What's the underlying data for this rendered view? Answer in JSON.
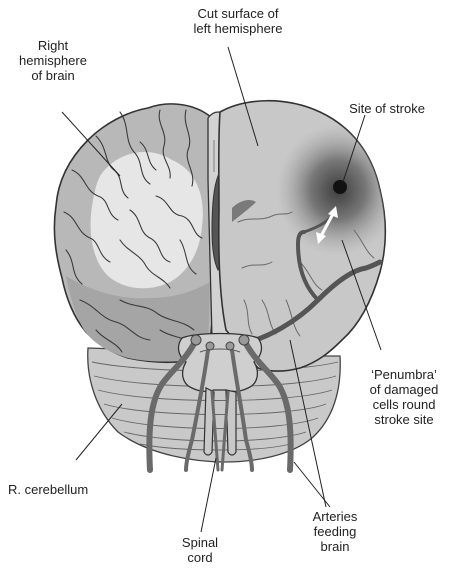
{
  "labels": {
    "cut_surface": [
      "Cut surface of",
      "left hemisphere"
    ],
    "right_hemisphere": [
      "Right",
      "hemisphere",
      "of brain"
    ],
    "site_of_stroke": [
      "Site of stroke"
    ],
    "penumbra": [
      "‘Penumbra’",
      "of damaged",
      "cells round",
      "stroke site"
    ],
    "cerebellum": [
      "R. cerebellum"
    ],
    "spinal_cord": [
      "Spinal",
      "cord"
    ],
    "arteries": [
      "Arteries",
      "feeding",
      "brain"
    ]
  },
  "icons": {
    "stroke_site_marker": "filled-circle",
    "penumbra_extent": "double-headed-arrow"
  }
}
